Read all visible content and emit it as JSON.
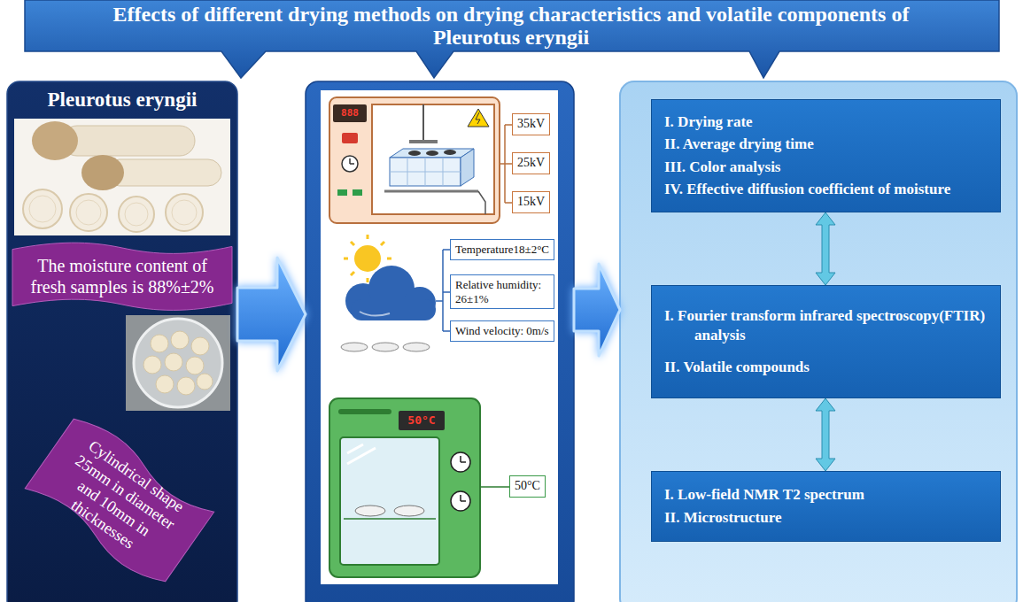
{
  "diagram": {
    "title": "Effects of different drying methods on drying characteristics and volatile components of Pleurotus eryngii",
    "nodes": [
      {
        "text": [
          "Pleurotus eryngii"
        ]
      },
      {
        "text": [
          "The moisture content of fresh samples is 88%±2%"
        ],
        "in": 0
      },
      {
        "text": [
          "Cylindrical shape 25mm in diameter and 10mm in thicknesses"
        ],
        "in": 0
      },
      {
        "text": []
      },
      {
        "text": [
          "35kV"
        ],
        "in": 3
      },
      {
        "text": [
          "25kV"
        ],
        "in": 3
      },
      {
        "text": [
          "15kV"
        ],
        "in": 3
      },
      {
        "text": [
          "Temperature18±2°C"
        ],
        "in": 3
      },
      {
        "text": [
          "Relative humidity: 26±1%"
        ],
        "in": 3
      },
      {
        "text": [
          "Wind velocity: 0m/s"
        ],
        "in": 3
      },
      {
        "text": [
          "50°C"
        ],
        "in": 3
      },
      {
        "text": []
      },
      {
        "text": [
          "I. Drying rate",
          "II. Average drying time",
          "III. Color analysis",
          "IV. Effective diffusion coefficient of moisture"
        ],
        "in": 11
      },
      {
        "text": [
          "I. Fourier transform infrared spectroscopy(FTIR) analysis",
          "II. Volatile compounds"
        ],
        "in": 11
      },
      {
        "text": [
          "I. Low-field NMR T2 spectrum",
          "II. Microstructure"
        ],
        "in": 11
      }
    ],
    "edges": [
      {
        "from": 0,
        "to": 3,
        "arrow": "to"
      },
      {
        "from": 3,
        "to": 11,
        "arrow": "to"
      },
      {
        "from": 12,
        "to": 13,
        "arrow": "both"
      },
      {
        "from": 13,
        "to": 14,
        "arrow": "both"
      }
    ],
    "labels": [
      "888",
      "50°C"
    ]
  }
}
